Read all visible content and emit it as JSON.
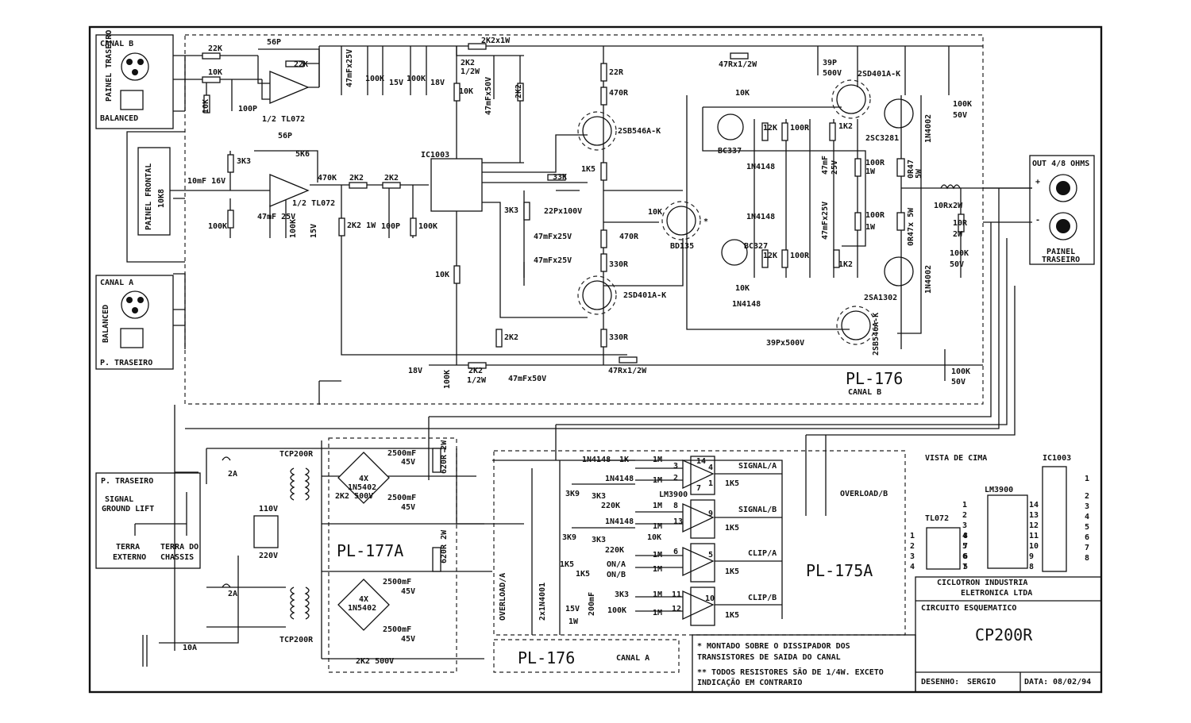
{
  "board_b_name": "PL-176",
  "board_b_sub": "CANAL B",
  "board_a_name": "PL-176",
  "board_a_sub": "CANAL A",
  "board_177": "PL-177A",
  "board_175": "PL-175A",
  "canal_b_box": {
    "title": "CANAL B",
    "side": "PAINEL TRASEIRO",
    "bottom": "BALANCED"
  },
  "canal_a_box": {
    "title": "CANAL A",
    "side": "BALANCED",
    "bottom": "P. TRASEIRO"
  },
  "frontal": "PAINEL FRONTAL",
  "pot": "10K8",
  "output_box": {
    "title": "OUT 4/8 OHMS",
    "plus": "+",
    "minus": "-",
    "bottom1": "PAINEL",
    "bottom2": "TRASEIRO"
  },
  "ground_box": {
    "title": "P. TRASEIRO",
    "sig1": "SIGNAL",
    "sig2": "GROUND LIFT",
    "t1a": "TERRA",
    "t1b": "EXTERNO",
    "t2a": "TERRA DO",
    "t2b": "CHASSIS"
  },
  "top_view": "VISTA DE CIMA",
  "ic_labels": {
    "ic1003": "IC1003",
    "lm3900": "LM3900",
    "tl072": "TL072"
  },
  "pins_lm_left": [
    "1",
    "2",
    "3",
    "4",
    "5",
    "6",
    "7"
  ],
  "pins_lm_right": [
    "14",
    "13",
    "12",
    "11",
    "10",
    "9",
    "8"
  ],
  "pins_tl_left": [
    "1",
    "2",
    "3",
    "4"
  ],
  "pins_tl_right": [
    "8",
    "7",
    "6",
    "5"
  ],
  "pins_ic": [
    "1",
    "2",
    "3",
    "4",
    "5",
    "6",
    "7",
    "8"
  ],
  "title_block": {
    "company1": "CICLOTRON INDUSTRIA",
    "company2": "ELETRONICA LTDA",
    "doc": "CIRCUITO ESQUEMATICO",
    "model": "CP200R",
    "drawn_label": "DESENHO:",
    "drawn_by": "SERGIO",
    "date_label": "DATA:",
    "date": "08/02/94"
  },
  "notes": [
    "* MONTADO SOBRE O DISSIPADOR DOS",
    "TRANSISTORES DE SAIDA DO CANAL",
    "** TODOS RESISTORES SÃO DE 1/4W. EXCETO",
    "INDICAÇÃO EM CONTRARIO"
  ],
  "parts": {
    "r22k": "22K",
    "c56p": "56P",
    "r22k2": "22K",
    "r10k_in": "10K",
    "r10k_v": "10K",
    "c100p": "100P",
    "op1": "1/2 TL072",
    "c56p2": "56P",
    "r5k6": "5K6",
    "r3k3": "3K3",
    "c10mf": "10mF 16V",
    "op2": "1/2 TL072",
    "r470k": "470K",
    "r2k2a": "2K2",
    "r2k2b": "2K2",
    "r100k_a": "100K",
    "c47mf25": "47mF 25V",
    "r100k_b": "100K",
    "z15v_b": "15V",
    "r2k2_1w": "2K2 1W",
    "c100p2": "100P",
    "r100k_c": "100K",
    "r2k2x1w": "2K2x1W",
    "c47mf25v_top": "47mFx25V",
    "r100k_top": "100K",
    "z15v": "15V",
    "r100k_top2": "100K",
    "z18v": "18V",
    "r2k2_half": "2K2",
    "r2k2_half_b": "1/2W",
    "c47mf50": "47mFx50V",
    "r2k2_v": "2K2",
    "r10k_top": "10K",
    "ic1003": "IC1003",
    "r22r": "22R",
    "r470r": "470R",
    "q_2sb546": "2SB546A-K",
    "r1k5": "1K5",
    "r33k": "33K",
    "c22p": "22Px100V",
    "r3k3b": "3K3",
    "c47_1": "47mFx25V",
    "c47_2": "47mFx25V",
    "r470r2": "470R",
    "r330r": "330R",
    "r10k_mid": "10K",
    "q_2sd401": "2SD401A-K",
    "r2k2_low": "2K2",
    "r330r2": "330R",
    "r10k_bd": "10K",
    "q_bd135": "BD135",
    "star": "*",
    "r47r_top": "47Rx1/2W",
    "c39p": "39P",
    "c39p_v": "500V",
    "r10k_bc": "10K",
    "q_bc337": "BC337",
    "r12k": "12K",
    "r100r": "100R",
    "r1k2": "1K2",
    "q_2sd401b": "2SD401A-K",
    "q_2sc3281": "2SC3281",
    "d1n4148_1": "1N4148",
    "c47mf25b": "47mF",
    "c47mf25b_v": "25V",
    "r100r_1w": "100R",
    "r1w": "1W",
    "r0r47": "0R47",
    "r5w": "5W",
    "d1n4002": "1N4002",
    "c100k_50": "100K",
    "c50v": "50V",
    "d1n4148_2": "1N4148",
    "c47x25": "47mFx25V",
    "r100r_b": "100R",
    "r1w_b": "1W",
    "r0r47b": "0R47x 5W",
    "l10r": "10Rx2W",
    "r10r2w": "10R",
    "r2w": "2W",
    "c100k_b": "100K",
    "c50v_b": "50V",
    "q_bc327": "BC327",
    "r12k_b": "12K",
    "r100r_c": "100R",
    "r1k2_b": "1K2",
    "q_2sa1302": "2SA1302",
    "d1n4002_b": "1N4002",
    "r10k_c": "10K",
    "d1n4148_3": "1N4148",
    "q_2sb546b": "2SB546A-K",
    "c39p500": "39Px500V",
    "z18v_b": "18V",
    "r100k_d": "100K",
    "r2k2_e": "2K2",
    "r2k2_e2": "1/2W",
    "c47mf50b": "47mFx50V",
    "r47r_bot": "47Rx1/2W",
    "c100k_c": "100K",
    "c50v_c": "50V",
    "tcp1": "TCP200R",
    "fuse1": "2A",
    "d4x": "4X",
    "d1n5402": "1N5402",
    "c2500_1": "2500mF",
    "c45v_1": "45V",
    "r620r": "620R 2W",
    "c2k2_500": "2K2 500V",
    "c2500_2": "2500mF",
    "c45v_2": "45V",
    "v110": "110V",
    "v220": "220V",
    "fuse2": "2A",
    "tcp2": "TCP200R",
    "c2500_3": "2500mF",
    "c45v_3": "45V",
    "d4x_b": "4X",
    "d1n5402_b": "1N5402",
    "c2500_4": "2500mF",
    "c45v_4": "45V",
    "c2k2_500b": "2K2 500V",
    "fuse10": "10A",
    "r620r_b": "620R 2W",
    "d1n4148_l1": "1N4148",
    "r1k_l": "1K",
    "r1m_1": "1M",
    "d1n4148_l2": "1N4148",
    "r3k9": "3K9",
    "r3k3_l": "3K3",
    "r220k": "220K",
    "r1m_2": "1M",
    "lm3900": "LM3900",
    "signal_a": "SIGNAL/A",
    "r1k5_a": "1K5",
    "d1n4148_l3": "1N4148",
    "r1m_3": "1M",
    "r1m_4": "1M",
    "signal_b": "SIGNAL/B",
    "r1k5_b": "1K5",
    "r3k9b": "3K9",
    "r3k3_lb": "3K3",
    "r10k_l": "10K",
    "r220k_b": "220K",
    "r1m_5": "1M",
    "r1m_6": "1M",
    "clip_a": "CLIP/A",
    "r1k5_c": "1K5",
    "r1k5_d": "1K5",
    "r1k5_e": "1K5",
    "on_a": "ON/A",
    "on_b": "ON/B",
    "r3k3_c": "3K3",
    "r1m_7": "1M",
    "r1m_8": "1M",
    "clip_b": "CLIP/B",
    "r1k5_f": "1K5",
    "d2x1n4001": "2x1N4001",
    "z15v_l": "15V",
    "r1w_l": "1W",
    "c200mf": "200mF",
    "r100k_l": "100K",
    "overload_a": "OVERLOAD/A",
    "overload_b": "OVERLOAD/B",
    "pin3": "3",
    "pin2": "2",
    "pin4": "4",
    "pin1": "1",
    "pin14": "14",
    "pin7": "7",
    "pin8": "8",
    "pin9": "9",
    "pin13": "13",
    "pin6": "6",
    "pin5": "5",
    "pin11": "11",
    "pin10": "10",
    "pin12": "12"
  }
}
